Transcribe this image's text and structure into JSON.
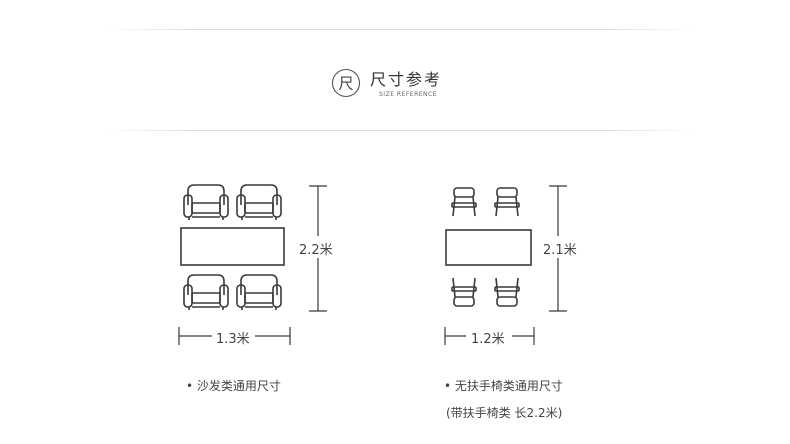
{
  "header": {
    "logo_glyph": "尺",
    "title": "尺寸参考",
    "subtitle": "SIZE REFERENCE"
  },
  "sofa_layout": {
    "chair_icon": "armchair-icon",
    "width_label": "1.3米",
    "depth_label": "2.2米",
    "note": "• 沙发类通用尺寸"
  },
  "armless_layout": {
    "chair_icon": "side-chair-icon",
    "width_label": "1.2米",
    "depth_label": "2.1米",
    "note_line1": "• 无扶手椅类通用尺寸",
    "note_line2": "(带扶手椅类 长2.2米)"
  },
  "colors": {
    "line": "#3a3a3a",
    "divider": "#dedede"
  }
}
